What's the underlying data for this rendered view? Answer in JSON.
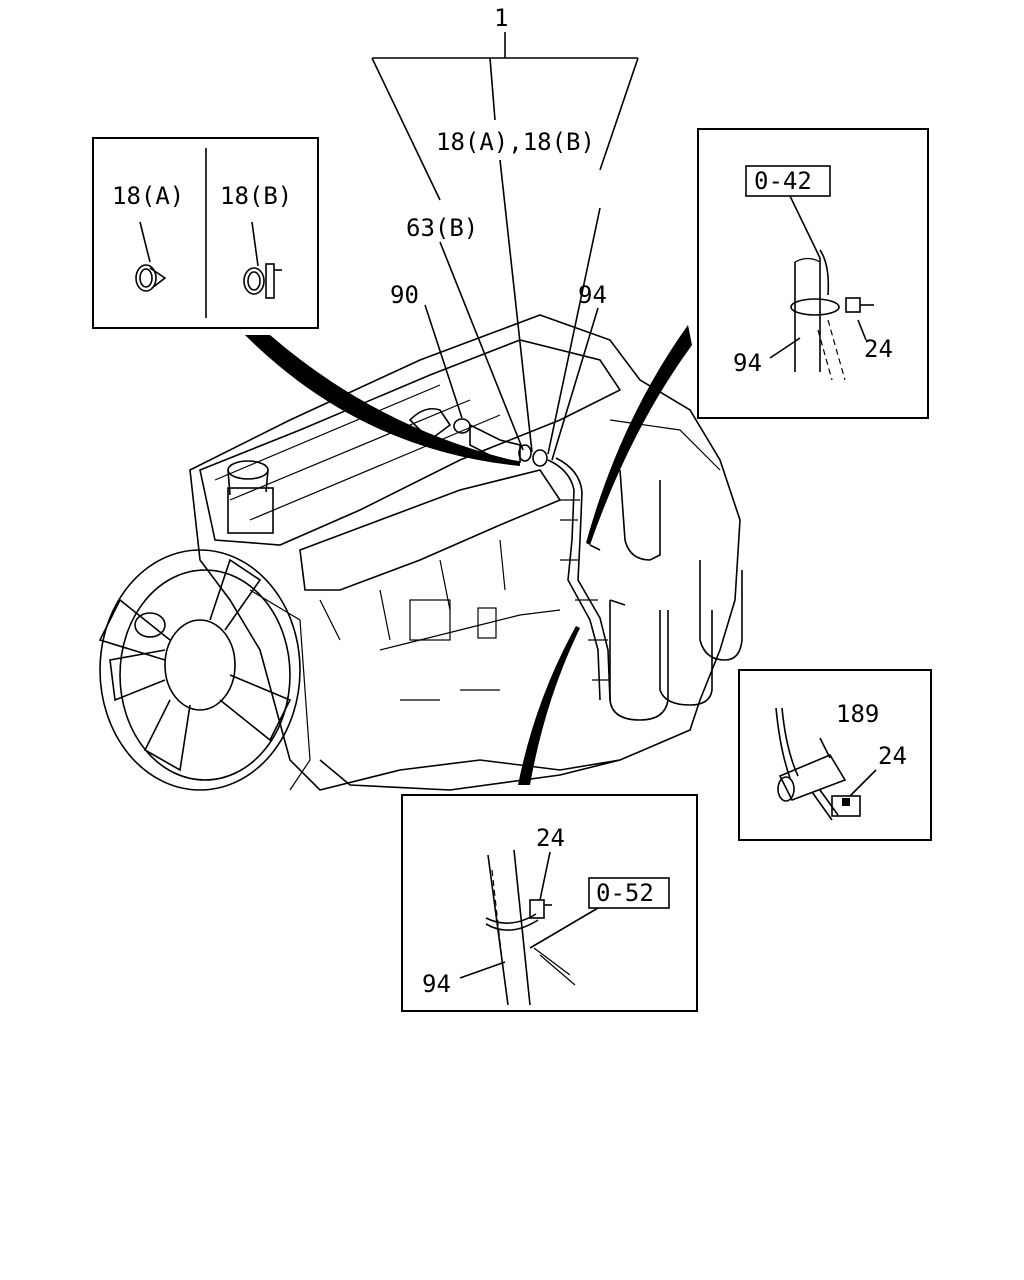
{
  "callouts": {
    "main_assembly": "1",
    "clip_a_b_top": "18(A),18(B)",
    "hose_63b": "63(B)",
    "elbow_90": "90",
    "harness_94_main": "94"
  },
  "detail_clips": {
    "label_a": "18(A)",
    "label_b": "18(B)"
  },
  "detail_upper_right": {
    "ref_box": "0-42",
    "clip_label": "24",
    "harness_label": "94"
  },
  "detail_right": {
    "sleeve_label": "189",
    "clip_label": "24"
  },
  "detail_bottom": {
    "clip_label": "24",
    "ref_box": "0-52",
    "harness_label": "94"
  }
}
